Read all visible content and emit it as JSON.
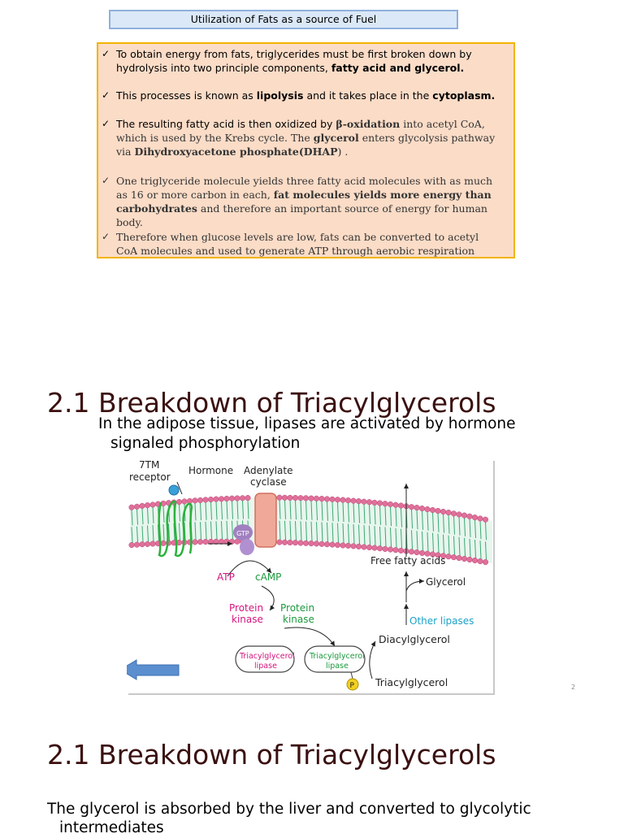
{
  "header": {
    "title": "Utilization of Fats as a source of Fuel"
  },
  "bullets": [
    {
      "parts": [
        {
          "text": "To obtain energy from fats, triglycerides must be first broken down by hydrolysis into two principle components, "
        },
        {
          "text": "fatty acid and glycerol."
        }
      ]
    },
    {
      "parts": [
        {
          "text": "This processes is known as "
        },
        {
          "text": "lipolysis"
        },
        {
          "text": " and it takes place in the "
        },
        {
          "text": "cytoplasm."
        }
      ]
    },
    {
      "parts": [
        {
          "text": "The resulting fatty acid is then oxidized by "
        },
        {
          "text": "β-oxidation"
        },
        {
          "text": " into acetyl CoA, which is used by the Krebs cycle. The "
        },
        {
          "text": "glycerol"
        },
        {
          "text": " enters glycolysis pathway via "
        },
        {
          "text": "Dihydroxyacetone phosphate(DHAP"
        },
        {
          "text": ") ."
        }
      ]
    },
    {
      "parts": [
        {
          "text": "One triglyceride molecule yields three fatty acid molecules with as much as 16 or more carbon in each, "
        },
        {
          "text": "fat molecules yields more energy than carbohydrates"
        },
        {
          "text": " and therefore an important source of energy for human body."
        }
      ]
    },
    {
      "parts": [
        {
          "text": "Therefore when glucose levels are low, fats can be converted to acetyl CoA molecules and used to generate ATP through aerobic respiration"
        }
      ]
    }
  ],
  "section1": {
    "heading": "2.1 Breakdown of Triacylglycerols",
    "line1": "In the adipose tissue, lipases are activated by hormone",
    "line2": "signaled phosphorylation"
  },
  "figure": {
    "receptor": [
      "7TM",
      "receptor"
    ],
    "hormone": "Hormone",
    "adenylate": [
      "Adenylate",
      "cyclase"
    ],
    "gtp": "GTP",
    "atp": "ATP",
    "camp": "cAMP",
    "pk_inactive": [
      "Protein",
      "kinase"
    ],
    "pk_active": [
      "Protein",
      "kinase"
    ],
    "tg_lipase_inactive": [
      "Triacylglycerol",
      "lipase"
    ],
    "tg_lipase_active": [
      "Triacylglycerol",
      "lipase"
    ],
    "phosphate": "P",
    "free_fatty_acids": "Free fatty acids",
    "glycerol": "Glycerol",
    "other_lipases": "Other lipases",
    "diacylglycerol": "Diacylglycerol",
    "triacylglycerol": "Triacylglycerol",
    "colors": {
      "magenta": "#d4147e",
      "green": "#1a9a3c",
      "cyan": "#1aa3c9",
      "channel": "#f0a898",
      "membrane_head": "#e0709a",
      "membrane_tail": "#3aa870",
      "arrow": "#5b8fcf"
    }
  },
  "page_number": "2",
  "section2": {
    "heading": "2.1 Breakdown of Triacylglycerols",
    "line1": "The glycerol is absorbed by the liver and converted to glycolytic",
    "line2": "intermediates"
  }
}
